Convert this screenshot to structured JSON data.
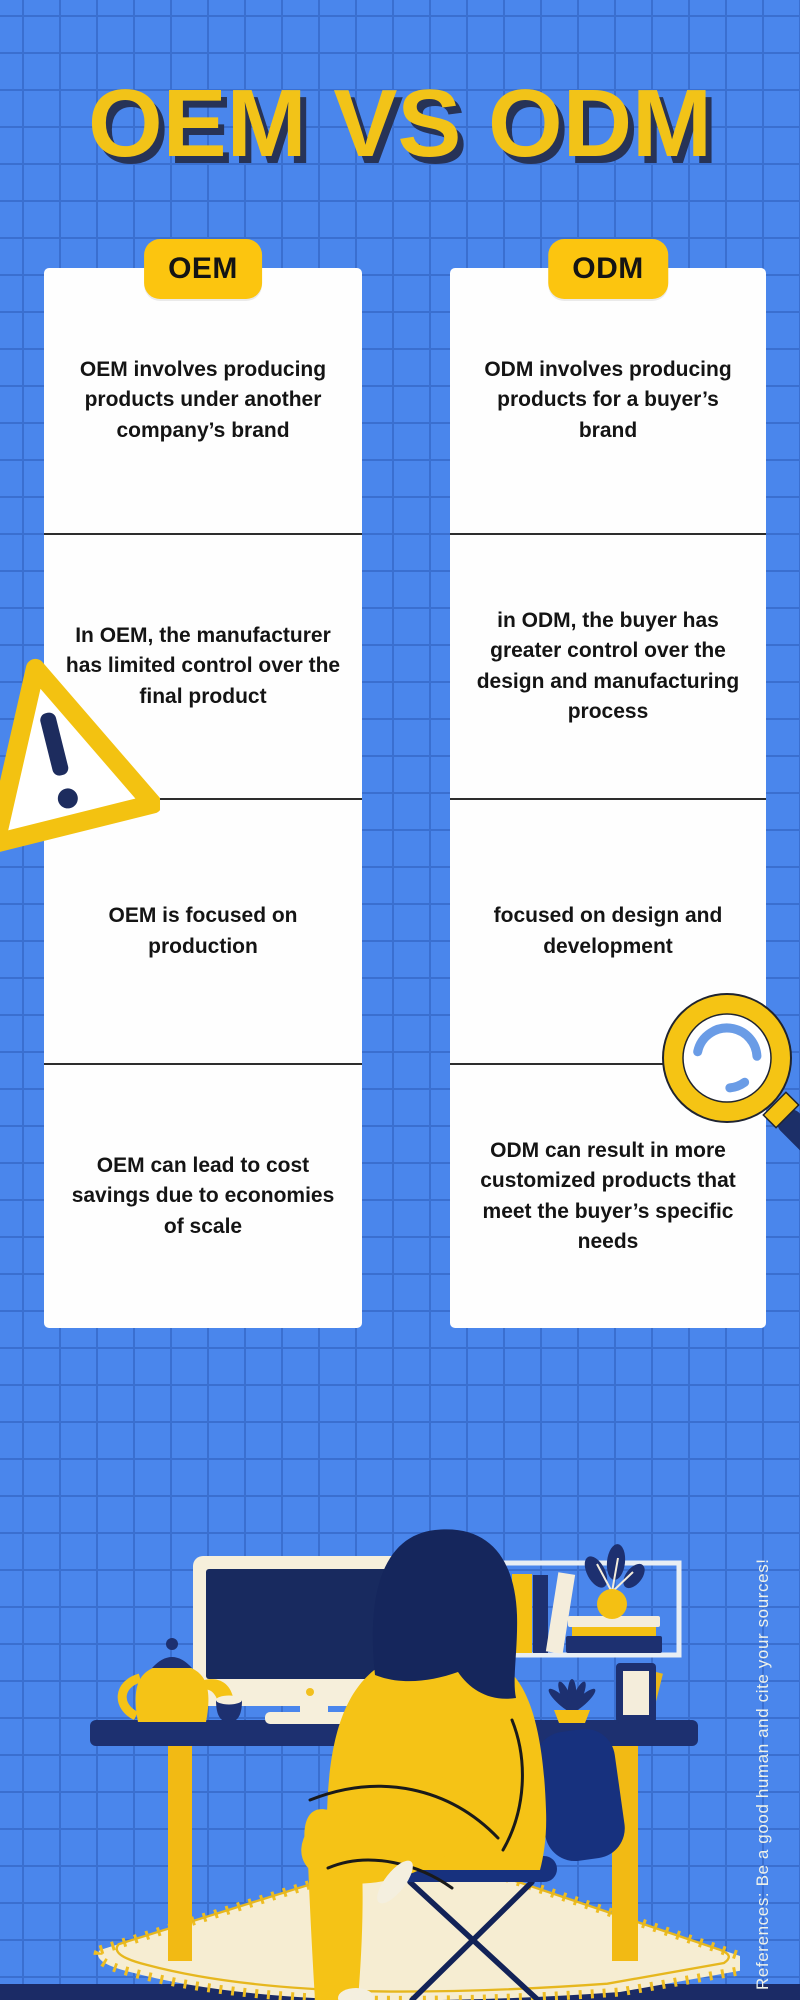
{
  "page": {
    "title": "OEM VS ODM",
    "background_color": "#4a86ec",
    "accent_yellow": "#f5c316",
    "navy": "#1d3070",
    "card_color": "#fefefe"
  },
  "comparison": {
    "columns": [
      {
        "badge": "OEM",
        "rows": [
          "OEM involves producing products under another company’s brand",
          "In OEM, the manufacturer has limited control over the final product",
          "OEM is focused on production",
          "OEM can lead to cost savings due to economies of scale"
        ]
      },
      {
        "badge": "ODM",
        "rows": [
          "ODM involves producing products for a buyer’s brand",
          "in ODM, the buyer has greater control over the design and manufacturing process",
          "focused on design and development",
          "ODM can result in more customized products that meet the buyer’s specific needs"
        ]
      }
    ]
  },
  "footer": {
    "reference_note": "References: Be a good human and cite your sources!"
  },
  "icons": {
    "warning": "warning-triangle-icon",
    "magnifier": "magnifying-glass-icon",
    "illustration": "person-working-at-desk-illustration"
  }
}
